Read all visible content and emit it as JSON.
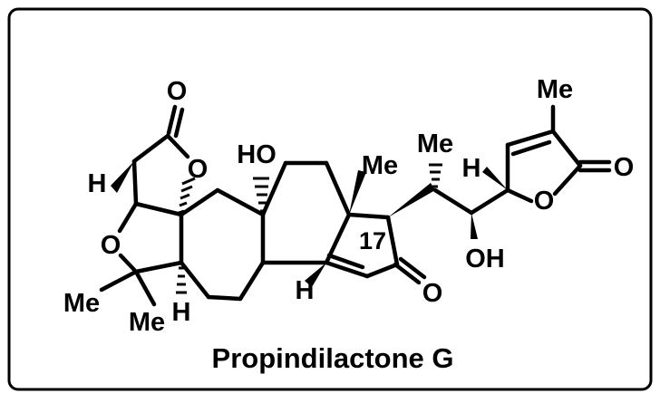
{
  "compound_name": "Propindilactone G",
  "atoms": {
    "o_lactone_carbonyl": "O",
    "o_lactone_ring": "O",
    "h_left": "H",
    "o_thf": "O",
    "me_gem_1": "Me",
    "me_gem_2": "Me",
    "h_bottom": "H",
    "ho": "HO",
    "h_center": "H",
    "me_quaternary": "Me",
    "c17": "17",
    "o_enone": "O",
    "me_side": "Me",
    "oh_side": "OH",
    "h_butenolide": "H",
    "o_butenolide_ring": "O",
    "o_butenolide_carbonyl": "O",
    "me_butenolide": "Me"
  },
  "colors": {
    "ink": "#000000",
    "frame": "#000000",
    "background": "#ffffff"
  }
}
